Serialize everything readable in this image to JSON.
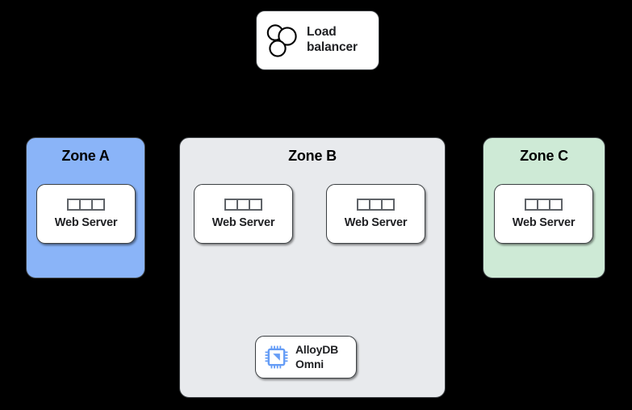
{
  "diagram": {
    "background_color": "#000000",
    "load_balancer": {
      "label_line1": "Load",
      "label_line2": "balancer",
      "icon": "three-circles-icon"
    },
    "zones": [
      {
        "id": "zone-a",
        "title": "Zone A",
        "color": "#8ab4f8",
        "servers": [
          {
            "label": "Web Server",
            "icon": "server-rack-icon"
          }
        ]
      },
      {
        "id": "zone-b",
        "title": "Zone B",
        "color": "#e8eaed",
        "servers": [
          {
            "label": "Web Server",
            "icon": "server-rack-icon"
          },
          {
            "label": "Web Server",
            "icon": "server-rack-icon"
          }
        ],
        "database": {
          "label_line1": "AlloyDB",
          "label_line2": "Omni",
          "icon": "cpu-chip-icon",
          "icon_color": "#669df6"
        }
      },
      {
        "id": "zone-c",
        "title": "Zone C",
        "color": "#ceead6",
        "servers": [
          {
            "label": "Web Server",
            "icon": "server-rack-icon"
          }
        ]
      }
    ],
    "edges": [
      {
        "from": "load-balancer",
        "to": "web-server-zone-a"
      },
      {
        "from": "load-balancer",
        "to": "web-server-zone-b-1"
      },
      {
        "from": "load-balancer",
        "to": "web-server-zone-b-2"
      },
      {
        "from": "load-balancer",
        "to": "web-server-zone-c"
      },
      {
        "from": "web-server-zone-a",
        "to": "alloydb-omni"
      },
      {
        "from": "web-server-zone-b-1",
        "to": "alloydb-omni"
      },
      {
        "from": "web-server-zone-b-2",
        "to": "alloydb-omni"
      },
      {
        "from": "web-server-zone-c",
        "to": "alloydb-omni"
      }
    ]
  }
}
